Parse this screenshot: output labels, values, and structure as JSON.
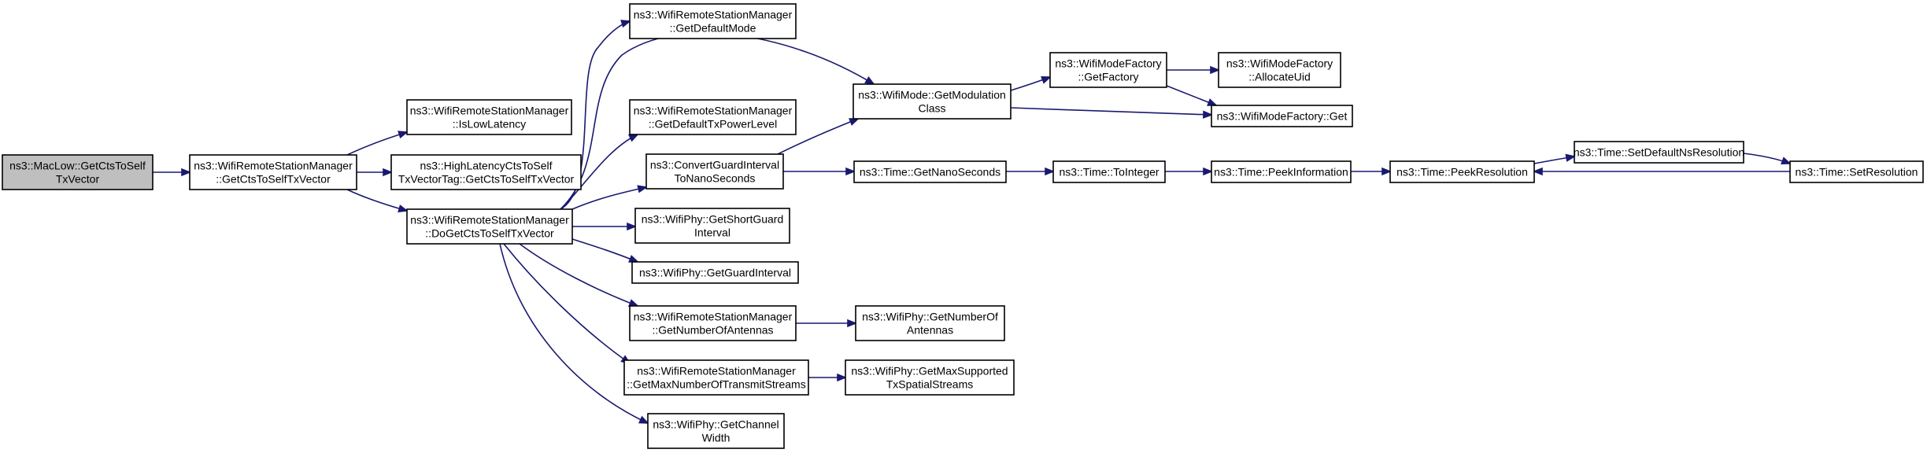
{
  "nodes": [
    {
      "id": "n0",
      "lines": [
        "ns3::MacLow::GetCtsToSelf",
        "TxVector"
      ],
      "root": true
    },
    {
      "id": "n1",
      "lines": [
        "ns3::WifiRemoteStationManager",
        "::GetCtsToSelfTxVector"
      ]
    },
    {
      "id": "n2",
      "lines": [
        "ns3::WifiRemoteStationManager",
        "::IsLowLatency"
      ]
    },
    {
      "id": "n3",
      "lines": [
        "ns3::HighLatencyCtsToSelf",
        "TxVectorTag::GetCtsToSelfTxVector"
      ]
    },
    {
      "id": "n4",
      "lines": [
        "ns3::WifiRemoteStationManager",
        "::DoGetCtsToSelfTxVector"
      ]
    },
    {
      "id": "n5",
      "lines": [
        "ns3::WifiRemoteStationManager",
        "::GetDefaultMode"
      ]
    },
    {
      "id": "n6",
      "lines": [
        "ns3::WifiRemoteStationManager",
        "::GetDefaultTxPowerLevel"
      ]
    },
    {
      "id": "n7",
      "lines": [
        "ns3::ConvertGuardInterval",
        "ToNanoSeconds"
      ]
    },
    {
      "id": "n8",
      "lines": [
        "ns3::WifiPhy::GetShortGuard",
        "Interval"
      ]
    },
    {
      "id": "n9",
      "lines": [
        "ns3::WifiPhy::GetGuardInterval"
      ]
    },
    {
      "id": "n10",
      "lines": [
        "ns3::WifiRemoteStationManager",
        "::GetNumberOfAntennas"
      ]
    },
    {
      "id": "n11",
      "lines": [
        "ns3::WifiRemoteStationManager",
        "::GetMaxNumberOfTransmitStreams"
      ]
    },
    {
      "id": "n12",
      "lines": [
        "ns3::WifiPhy::GetChannel",
        "Width"
      ]
    },
    {
      "id": "n13",
      "lines": [
        "ns3::WifiMode::GetModulation",
        "Class"
      ]
    },
    {
      "id": "n14",
      "lines": [
        "ns3::WifiModeFactory",
        "::GetFactory"
      ]
    },
    {
      "id": "n15",
      "lines": [
        "ns3::WifiModeFactory",
        "::AllocateUid"
      ]
    },
    {
      "id": "n16",
      "lines": [
        "ns3::WifiModeFactory::Get"
      ]
    },
    {
      "id": "n17",
      "lines": [
        "ns3::Time::GetNanoSeconds"
      ]
    },
    {
      "id": "n18",
      "lines": [
        "ns3::Time::ToInteger"
      ]
    },
    {
      "id": "n19",
      "lines": [
        "ns3::Time::PeekInformation"
      ]
    },
    {
      "id": "n20",
      "lines": [
        "ns3::Time::PeekResolution"
      ]
    },
    {
      "id": "n21",
      "lines": [
        "ns3::Time::SetDefaultNsResolution"
      ]
    },
    {
      "id": "n22",
      "lines": [
        "ns3::Time::SetResolution"
      ]
    },
    {
      "id": "n23",
      "lines": [
        "ns3::WifiPhy::GetNumberOf",
        "Antennas"
      ]
    },
    {
      "id": "n24",
      "lines": [
        "ns3::WifiPhy::GetMaxSupported",
        "TxSpatialStreams"
      ]
    }
  ],
  "edges": [
    {
      "from": "n0",
      "to": "n1"
    },
    {
      "from": "n1",
      "to": "n2"
    },
    {
      "from": "n1",
      "to": "n3"
    },
    {
      "from": "n1",
      "to": "n4"
    },
    {
      "from": "n4",
      "to": "n5"
    },
    {
      "from": "n4",
      "to": "n13"
    },
    {
      "from": "n4",
      "to": "n6"
    },
    {
      "from": "n4",
      "to": "n7"
    },
    {
      "from": "n4",
      "to": "n8"
    },
    {
      "from": "n4",
      "to": "n9"
    },
    {
      "from": "n4",
      "to": "n10"
    },
    {
      "from": "n4",
      "to": "n11"
    },
    {
      "from": "n4",
      "to": "n12"
    },
    {
      "from": "n7",
      "to": "n13"
    },
    {
      "from": "n7",
      "to": "n17"
    },
    {
      "from": "n13",
      "to": "n14"
    },
    {
      "from": "n13",
      "to": "n16"
    },
    {
      "from": "n14",
      "to": "n15"
    },
    {
      "from": "n14",
      "to": "n16"
    },
    {
      "from": "n17",
      "to": "n18"
    },
    {
      "from": "n18",
      "to": "n19"
    },
    {
      "from": "n19",
      "to": "n20"
    },
    {
      "from": "n20",
      "to": "n21"
    },
    {
      "from": "n21",
      "to": "n22"
    },
    {
      "from": "n22",
      "to": "n20"
    },
    {
      "from": "n10",
      "to": "n23"
    },
    {
      "from": "n11",
      "to": "n24"
    }
  ]
}
